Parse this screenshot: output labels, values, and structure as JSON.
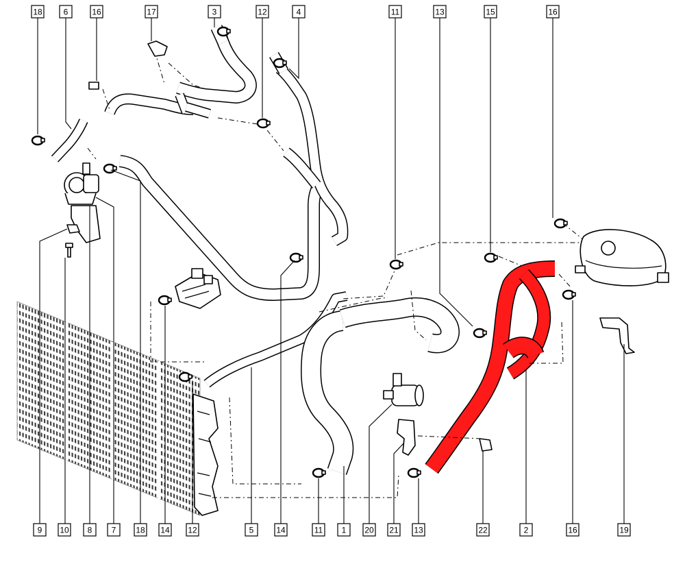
{
  "callouts": {
    "top": [
      "18",
      "6",
      "16",
      "17",
      "3",
      "12",
      "4",
      "11",
      "13",
      "15",
      "16"
    ],
    "bottom": [
      "9",
      "10",
      "8",
      "7",
      "18",
      "14",
      "12",
      "5",
      "14",
      "11",
      "1",
      "20",
      "21",
      "13",
      "22",
      "2",
      "16",
      "19"
    ]
  },
  "colors": {
    "highlight": "#ff1a1a",
    "line": "#000000",
    "hose_fill": "#ffffff"
  }
}
